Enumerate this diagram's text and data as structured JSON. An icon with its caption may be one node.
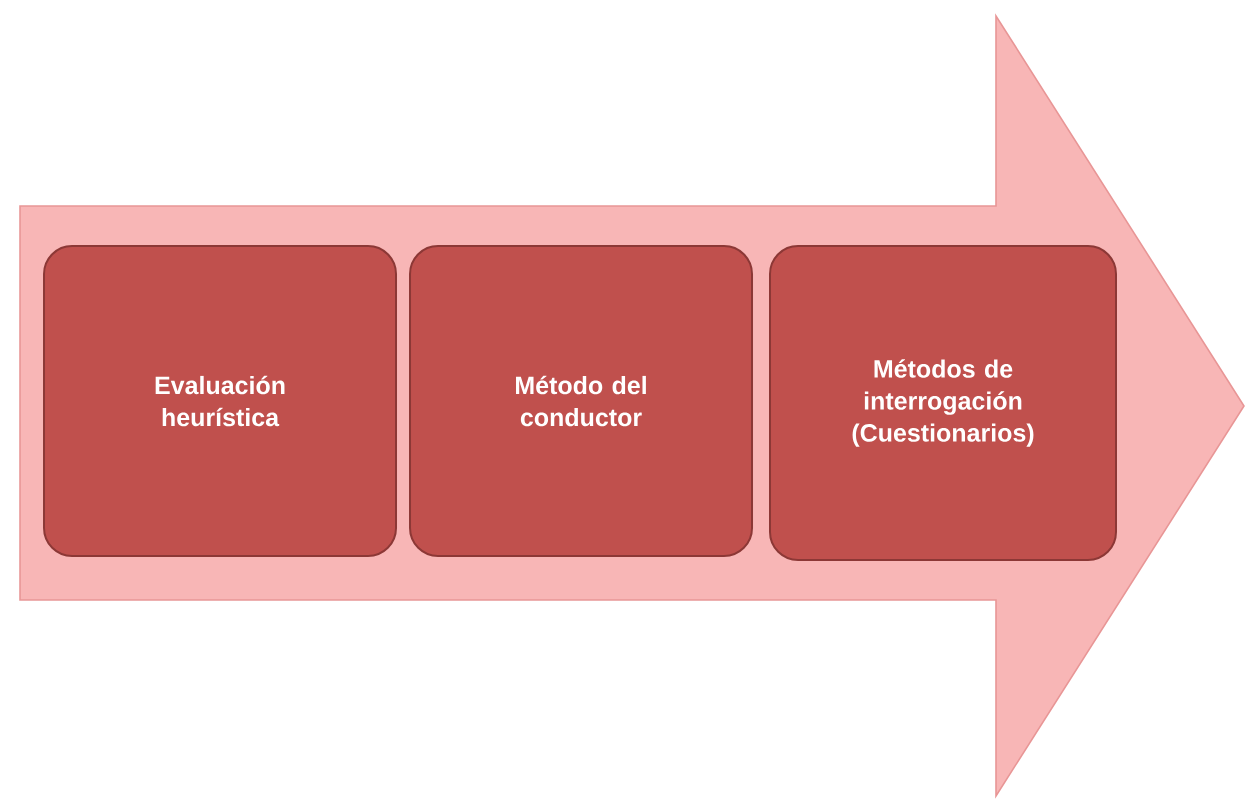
{
  "diagram": {
    "nodes": [
      {
        "text": [],
        "shape": "arrow"
      },
      {
        "text": [
          "Evaluación heurística"
        ],
        "in": 0
      },
      {
        "text": [
          "Método del conductor"
        ],
        "in": 0
      },
      {
        "text": [
          "Métodos de interrogación (Cuestionarios)"
        ],
        "in": 0
      }
    ]
  }
}
